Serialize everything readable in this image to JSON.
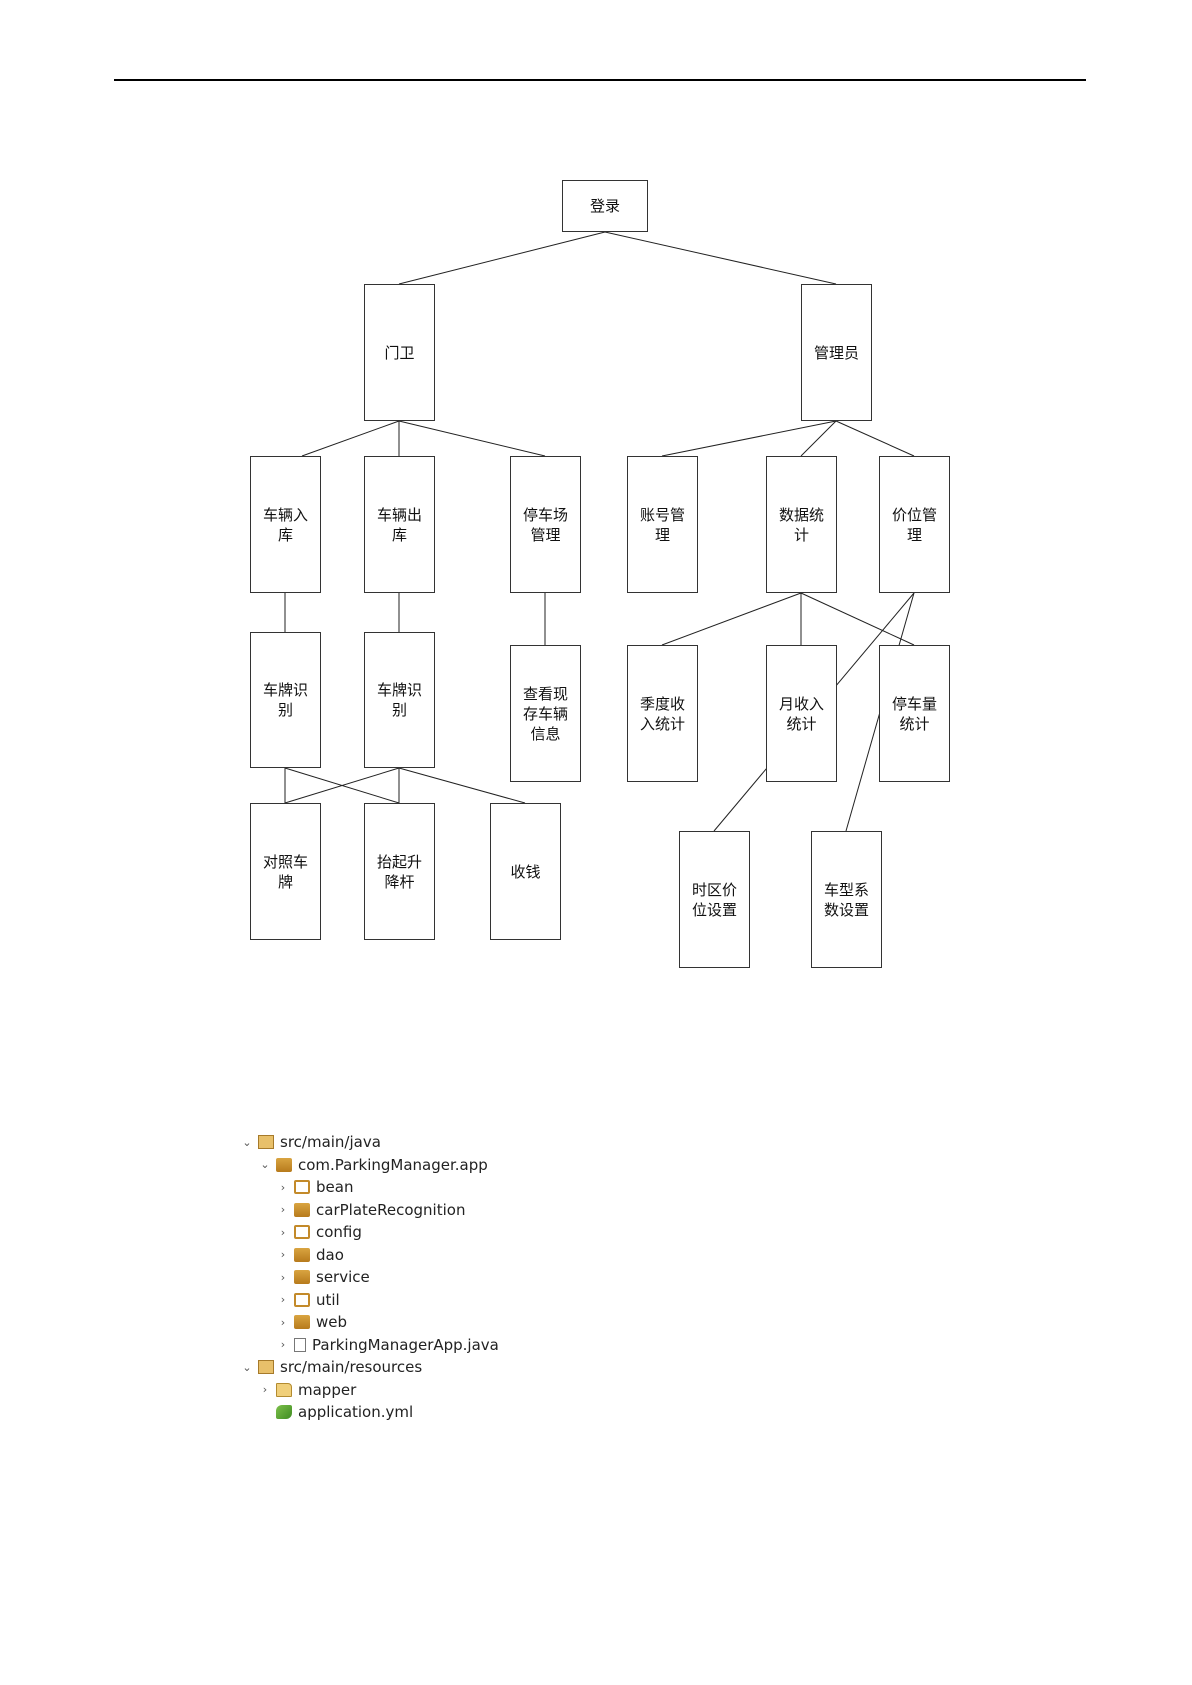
{
  "diagram": {
    "nodes": {
      "login": "登录",
      "guard": "门卫",
      "admin": "管理员",
      "vehicle_in": "车辆入库",
      "vehicle_out": "车辆出库",
      "lot_manage": "停车场管理",
      "account_manage": "账号管理",
      "data_stats": "数据统计",
      "price_manage": "价位管理",
      "plate_recog_1": "车牌识别",
      "plate_recog_2": "车牌识别",
      "view_vehicles": "查看现存车辆信息",
      "quarter_income": "季度收入统计",
      "month_income": "月收入统计",
      "parking_count": "停车量统计",
      "compare_plate": "对照车牌",
      "raise_barrier": "抬起升降杆",
      "collect_fee": "收钱",
      "timezone_price": "时区价位设置",
      "vehicle_type_coef": "车型系数设置"
    }
  },
  "tree": {
    "items": [
      {
        "label": "src/main/java",
        "level": 0,
        "expanded": "open",
        "icon": "source-folder-icon"
      },
      {
        "label": "com.ParkingManager.app",
        "level": 1,
        "expanded": "open",
        "icon": "package-icon"
      },
      {
        "label": "bean",
        "level": 2,
        "expanded": "closed",
        "icon": "empty-package-icon"
      },
      {
        "label": "carPlateRecognition",
        "level": 2,
        "expanded": "closed",
        "icon": "package-icon"
      },
      {
        "label": "config",
        "level": 2,
        "expanded": "closed",
        "icon": "empty-package-icon"
      },
      {
        "label": "dao",
        "level": 2,
        "expanded": "closed",
        "icon": "package-icon"
      },
      {
        "label": "service",
        "level": 2,
        "expanded": "closed",
        "icon": "package-icon"
      },
      {
        "label": "util",
        "level": 2,
        "expanded": "closed",
        "icon": "empty-package-icon"
      },
      {
        "label": "web",
        "level": 2,
        "expanded": "closed",
        "icon": "package-icon"
      },
      {
        "label": "ParkingManagerApp.java",
        "level": 2,
        "expanded": "closed",
        "icon": "java-file-icon"
      },
      {
        "label": "src/main/resources",
        "level": 0,
        "expanded": "open",
        "icon": "source-folder-icon"
      },
      {
        "label": "mapper",
        "level": 1,
        "expanded": "closed",
        "icon": "folder-icon"
      },
      {
        "label": "application.yml",
        "level": 1,
        "expanded": "none",
        "icon": "yml-file-icon"
      }
    ]
  }
}
